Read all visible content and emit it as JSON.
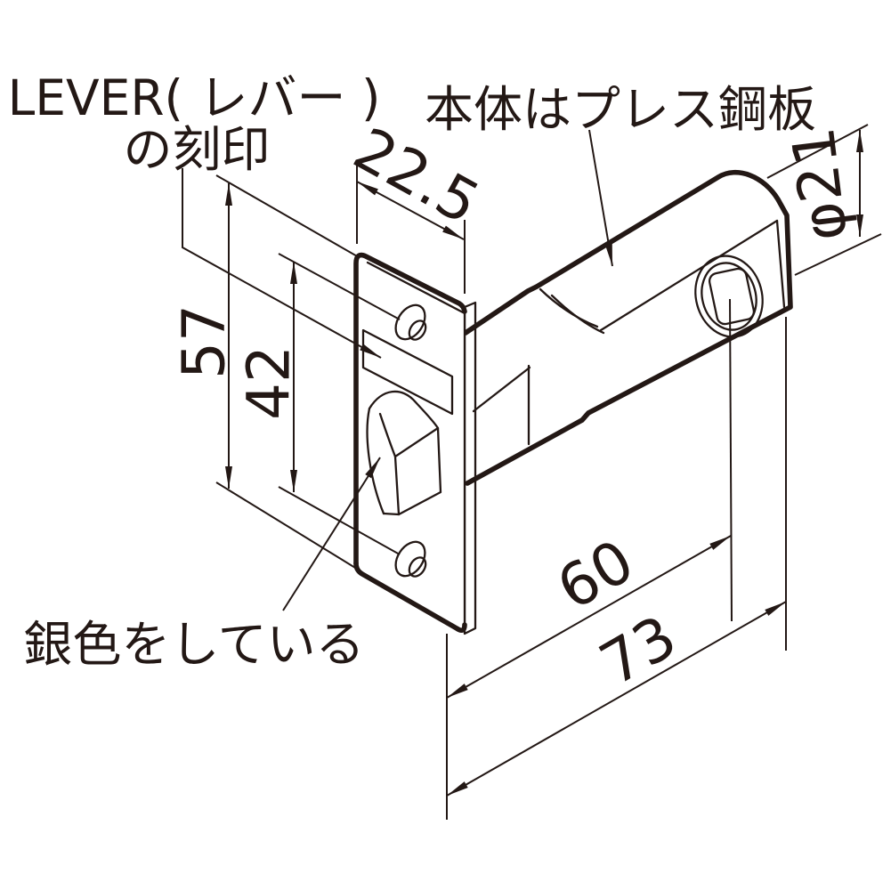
{
  "diagram": {
    "type": "technical-drawing",
    "subject": "tubular latch (door lock case), isometric dimension drawing",
    "background_color": "#ffffff",
    "line_color": "#231815",
    "labels": {
      "lever_stamp_line1": "LEVER( レバー )",
      "lever_stamp_line2": "の刻印",
      "body_material_note": "本体はプレス鋼板",
      "silver_color_note": "銀色をしている"
    },
    "dimensions": {
      "faceplate_width": "22.5",
      "tube_diameter": "φ21",
      "faceplate_height": "57",
      "screw_hole_spacing": "42",
      "backset": "60",
      "case_depth": "73"
    }
  }
}
